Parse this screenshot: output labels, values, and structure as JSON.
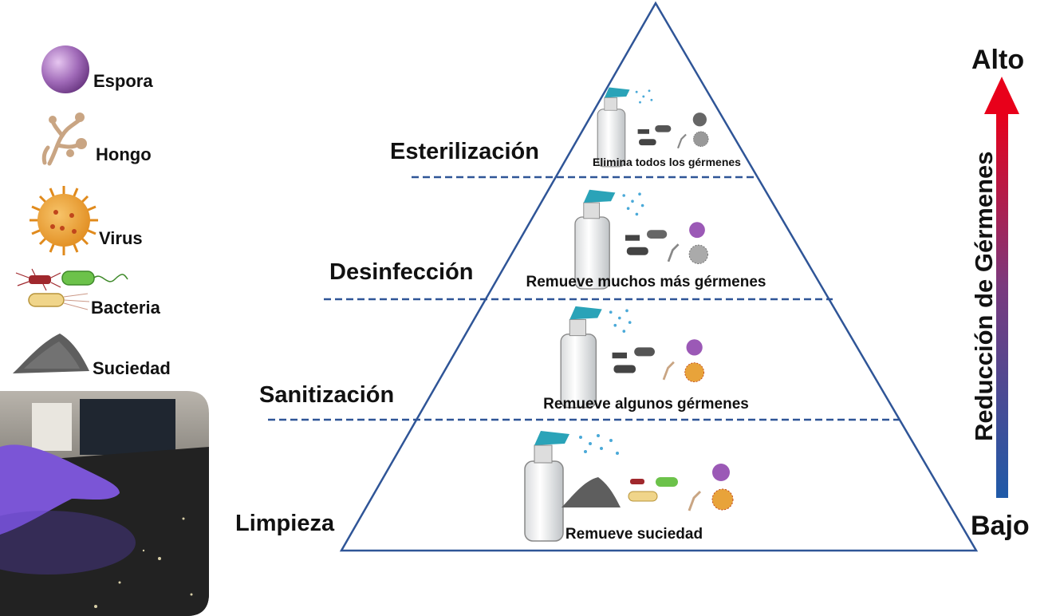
{
  "legend": {
    "items": [
      {
        "label": "Espora",
        "icon": "spore-icon"
      },
      {
        "label": "Hongo",
        "icon": "fungus-icon"
      },
      {
        "label": "Virus",
        "icon": "virus-icon"
      },
      {
        "label": "Bacteria",
        "icon": "bacteria-icon"
      },
      {
        "label": "Suciedad",
        "icon": "dirt-icon"
      }
    ]
  },
  "pyramid": {
    "levels": [
      {
        "name": "Esterilización",
        "caption": "Elimina todos los gérmenes"
      },
      {
        "name": "Desinfección",
        "caption": "Remueve muchos más gérmenes"
      },
      {
        "name": "Sanitización",
        "caption": "Remueve algunos gérmenes"
      },
      {
        "name": "Limpieza",
        "caption": "Remueve suciedad"
      }
    ]
  },
  "axis": {
    "high": "Alto",
    "low": "Bajo",
    "title": "Reducción de Gérmenes",
    "color_top": "#e8001a",
    "color_bottom": "#1f5aa8"
  },
  "colors": {
    "pyramid_outline": "#2f5597",
    "divider": "#2f5597",
    "spore": "#9b59b6",
    "virus": "#e8a33a",
    "bacteria_green": "#5cb85c",
    "bacteria_red": "#a0282d",
    "dirt": "#555555"
  }
}
